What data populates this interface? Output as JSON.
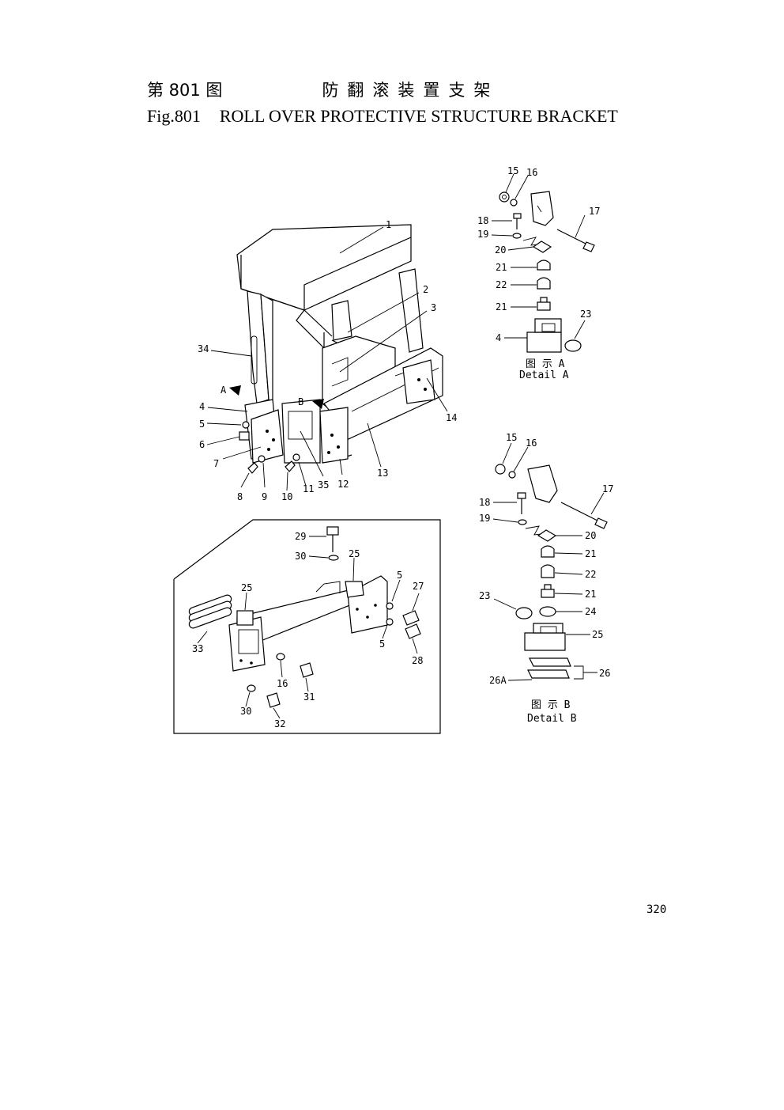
{
  "header": {
    "figure_number_cn": "第 801 图",
    "title_cn": "防翻滚装置支架",
    "figure_number_en": "Fig.801",
    "title_en": "ROLL OVER PROTECTIVE STRUCTURE BRACKET"
  },
  "main_view": {
    "view_markers": [
      "A",
      "B"
    ],
    "callouts": [
      "1",
      "2",
      "3",
      "34",
      "4",
      "5",
      "6",
      "7",
      "8",
      "9",
      "10",
      "11",
      "35",
      "12",
      "13",
      "14"
    ]
  },
  "detail_a": {
    "caption_cn": "图 示 A",
    "caption_en": "Detail A",
    "callouts": [
      "15",
      "16",
      "17",
      "18",
      "19",
      "20",
      "21",
      "22",
      "21",
      "23",
      "4"
    ]
  },
  "detail_b": {
    "caption_cn": "图 示 B",
    "caption_en": "Detail B",
    "callouts": [
      "15",
      "16",
      "17",
      "18",
      "19",
      "20",
      "21",
      "22",
      "21",
      "24",
      "23",
      "25",
      "26",
      "26A"
    ]
  },
  "inset": {
    "callouts": [
      "29",
      "30",
      "25",
      "5",
      "27",
      "25",
      "5",
      "28",
      "33",
      "16",
      "31",
      "30",
      "32"
    ]
  },
  "page_number": "320"
}
